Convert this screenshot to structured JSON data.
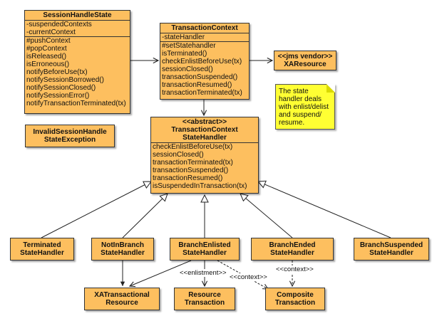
{
  "session_handle_state": {
    "name": "SessionHandleState",
    "attributes": [
      "-suspendedContexts",
      "-currentContext"
    ],
    "methods": [
      "#pushContext",
      "#popContext",
      "isReleased()",
      "isErroneous()",
      "notifyBeforeUse(tx)",
      "notifySessionBorrowed()",
      "notifySessionClosed()",
      "notifySessionError()",
      "notifyTransactionTerminated(tx)"
    ]
  },
  "transaction_context": {
    "name": "TransactionContext",
    "attributes": [
      "-stateHandler"
    ],
    "methods": [
      "#setStatehandler",
      "isTerminated()",
      "checkEnlistBeforeUse(tx)",
      "sessionClosed()",
      "transactionSuspended()",
      "transactionResumed()",
      "transactionTerminated(tx)"
    ]
  },
  "xa_resource": {
    "stereotype": "<<jms vendor>>",
    "name": "XAResource"
  },
  "note": {
    "text": "The state handler deals with enlist/delist and suspend/ resume."
  },
  "invalid_exception": {
    "line1": "InvalidSessionHandle",
    "line2": "StateException"
  },
  "state_handler": {
    "stereotype": "<<abstract>>",
    "line1": "TransactionContext",
    "line2": "StateHandler",
    "methods": [
      "checkEnlistBeforeUse(tx)",
      "sessionClosed()",
      "transactionTerminated(tx)",
      "transactionSuspended()",
      "transactionResumed()",
      "isSuspendedInTransaction(tx)"
    ]
  },
  "subclasses": [
    {
      "line1": "Terminated",
      "line2": "StateHandler"
    },
    {
      "line1": "NotInBranch",
      "line2": "StateHandler"
    },
    {
      "line1": "BranchEnlisted",
      "line2": "StateHandler"
    },
    {
      "line1": "BranchEnded",
      "line2": "StateHandler"
    },
    {
      "line1": "BranchSuspended",
      "line2": "StateHandler"
    }
  ],
  "targets": [
    {
      "line1": "XATransactional",
      "line2": "Resource"
    },
    {
      "line1": "Resource",
      "line2": "Transaction"
    },
    {
      "line1": "Composite",
      "line2": "Transaction"
    }
  ],
  "edge_labels": {
    "enlistment": "<<enlistment>>",
    "context_a": "<<context>>",
    "context_b": "<<context>>"
  },
  "colors": {
    "class_fill": "#fdbf5f",
    "note_fill": "#ffff33",
    "line": "#222222"
  }
}
